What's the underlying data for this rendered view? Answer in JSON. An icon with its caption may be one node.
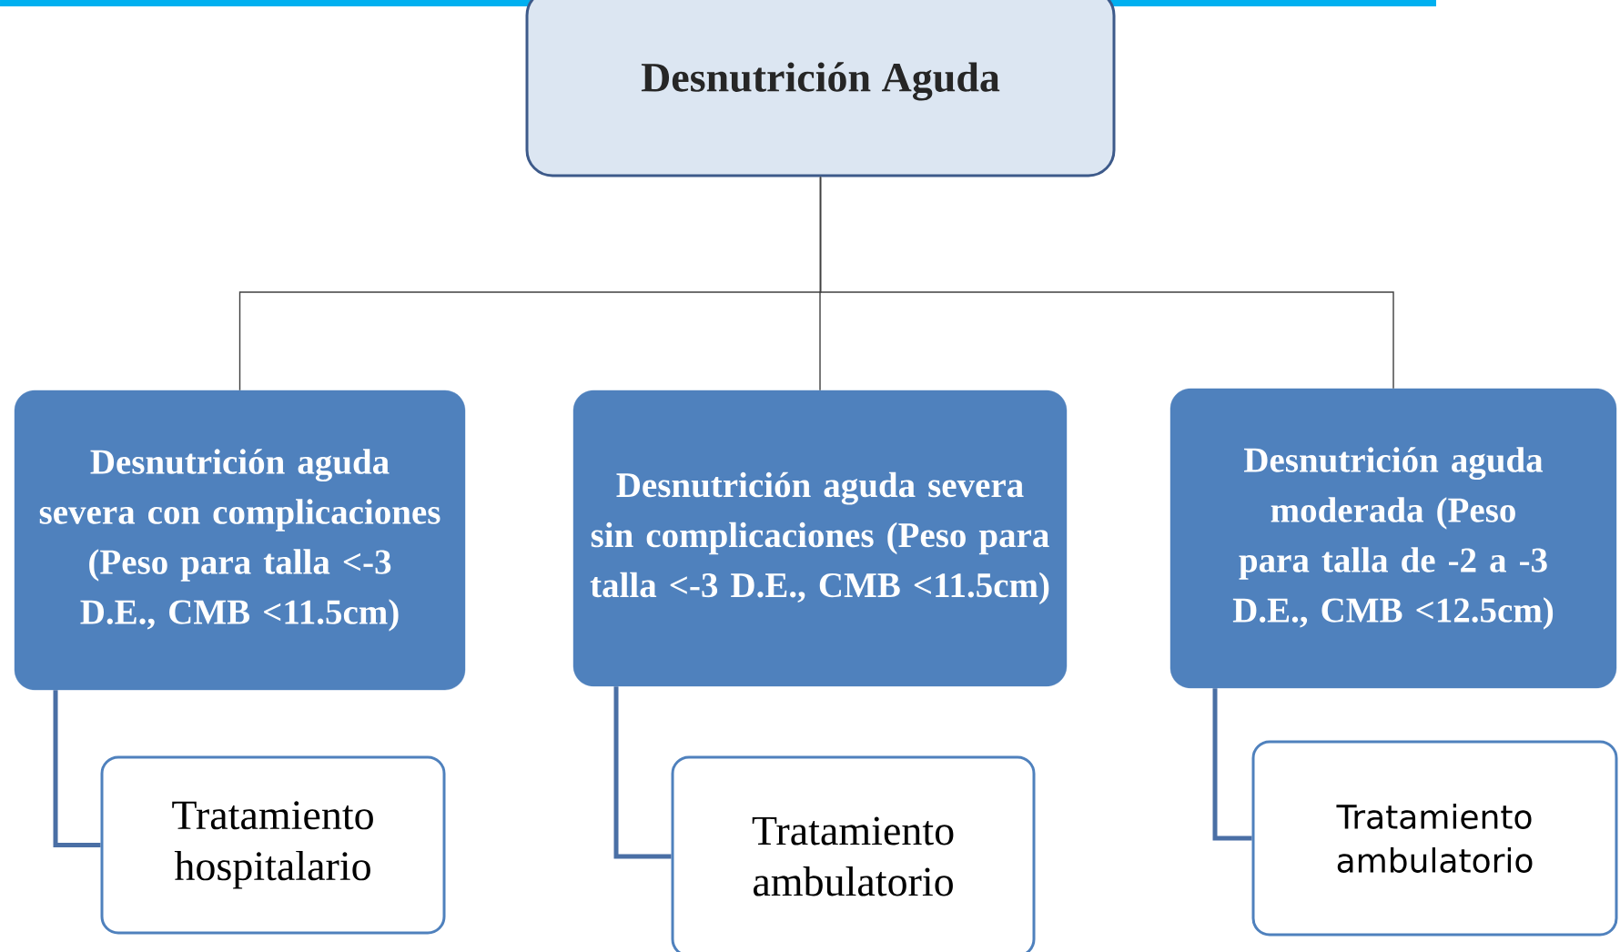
{
  "diagram": {
    "nodes": [
      {
        "text": [
          "Desnutrición Aguda"
        ]
      },
      {
        "text": [
          "Desnutrición aguda severa con complicaciones (Peso para talla <-3 D.E., CMB <11.5cm)"
        ]
      },
      {
        "text": [
          "Desnutrición aguda severa sin complicaciones (Peso para talla <-3 D.E., CMB <11.5cm)"
        ]
      },
      {
        "text": [
          "Desnutrición aguda moderada (Peso para talla de -2 a -3 D.E., CMB <12.5cm)"
        ]
      },
      {
        "text": [
          "Tratamiento hospitalario"
        ]
      },
      {
        "text": [
          "Tratamiento ambulatorio"
        ]
      },
      {
        "text": [
          "Tratamiento ambulatorio"
        ]
      }
    ],
    "edges": [
      {
        "from": 0,
        "to": 1,
        "arrow": "none"
      },
      {
        "from": 0,
        "to": 2,
        "arrow": "none"
      },
      {
        "from": 0,
        "to": 3,
        "arrow": "none"
      },
      {
        "from": 1,
        "to": 4,
        "arrow": "none",
        "style": "thick",
        "color": "#4a6fa5"
      },
      {
        "from": 2,
        "to": 5,
        "arrow": "none",
        "style": "thick",
        "color": "#4a6fa5"
      },
      {
        "from": 3,
        "to": 6,
        "arrow": "none",
        "style": "thick",
        "color": "#4a6fa5"
      }
    ]
  }
}
